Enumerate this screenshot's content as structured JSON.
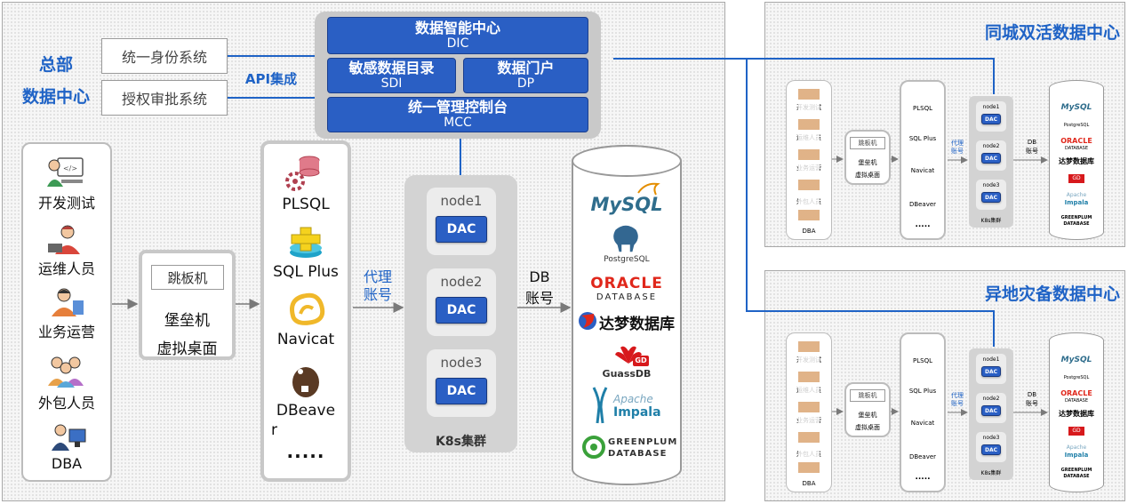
{
  "hq": {
    "line1": "总部",
    "line2": "数据中心"
  },
  "systems": {
    "identity": "统一身份系统",
    "approval": "授权审批系统",
    "api_label": "API集成"
  },
  "dic": {
    "center_title": "数据智能中心",
    "center_sub": "DIC",
    "sdi_title": "敏感数据目录",
    "sdi_sub": "SDI",
    "dp_title": "数据门户",
    "dp_sub": "DP",
    "mcc_title": "统一管理控制台",
    "mcc_sub": "MCC"
  },
  "users": [
    {
      "label": "开发测试",
      "icon": "developer-icon"
    },
    {
      "label": "运维人员",
      "icon": "ops-person-icon"
    },
    {
      "label": "业务运营",
      "icon": "business-person-icon"
    },
    {
      "label": "外包人员",
      "icon": "outsource-people-icon"
    },
    {
      "label": "DBA",
      "icon": "dba-icon"
    }
  ],
  "bastion": {
    "jump": "跳板机",
    "line1": "堡垒机",
    "line2": "虚拟桌面"
  },
  "tools": {
    "plsql": "PLSQL",
    "sqlplus": "SQL Plus",
    "navicat": "Navicat",
    "dbeaver1": "DBeave",
    "dbeaver2": "r",
    "more": "....."
  },
  "proxy": {
    "line1": "代理",
    "line2": "账号"
  },
  "db_account": {
    "line1": "DB",
    "line2": "账号"
  },
  "k8s": {
    "label": "K8s集群",
    "dac": "DAC",
    "nodes": [
      "node1",
      "node2",
      "node3"
    ]
  },
  "databases": {
    "mysql": "MySQL",
    "postgres": "PostgreSQL",
    "oracle1": "ORACLE",
    "oracle2": "DATABASE",
    "dameng": "达梦数据库",
    "gauss_badge": "GD",
    "gauss": "GuassDB",
    "apache": "Apache",
    "impala": "Impala",
    "greenplum1": "GREENPLUM",
    "greenplum2": "DATABASE"
  },
  "dc1": {
    "title": "同城双活数据中心"
  },
  "dc2": {
    "title": "异地灾备数据中心"
  },
  "mini": {
    "users": [
      "开发测试",
      "运维人员",
      "业务运营",
      "外包人员",
      "DBA"
    ],
    "jump": "跳板机",
    "b1": "堡垒机",
    "b2": "虚拟桌面",
    "tools": [
      "PLSQL",
      "SQL Plus",
      "Navicat",
      "DBeaver"
    ],
    "more": ".....",
    "proxy1": "代理",
    "proxy2": "账号",
    "db1": "DB",
    "db2": "账号",
    "nodes": [
      "node1",
      "node2",
      "node3"
    ],
    "dac": "DAC",
    "k8s": "K8s集群",
    "dbs": {
      "mysql": "MySQL",
      "pg": "PostgreSQL",
      "oracle1": "ORACLE",
      "oracle2": "DATABASE",
      "dm": "达梦数据库",
      "gd": "GD",
      "apache": "Apache",
      "impala": "Impala",
      "gp1": "GREENPLUM",
      "gp2": "DATABASE"
    }
  },
  "colors": {
    "accent": "#1f63c6",
    "dac_blue": "#2a5fc4"
  }
}
